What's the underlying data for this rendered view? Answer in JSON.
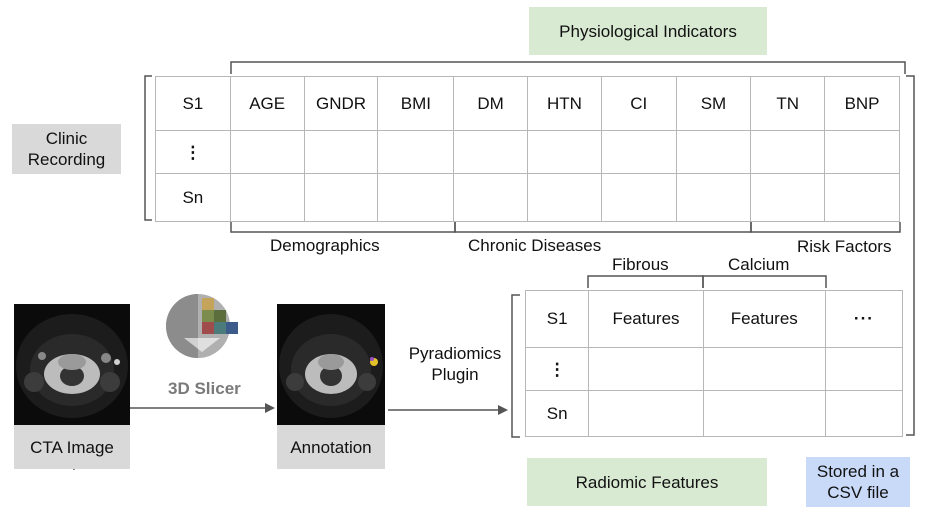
{
  "physiological_indicators": "Physiological Indicators",
  "clinic_recording": "Clinic Recording",
  "clinical_table": {
    "rows": [
      "S1",
      "⋮",
      "Sn"
    ],
    "columns": [
      "AGE",
      "GNDR",
      "BMI",
      "DM",
      "HTN",
      "CI",
      "SM",
      "TN",
      "BNP"
    ]
  },
  "groups": {
    "demographics": "Demographics",
    "chronic_diseases": "Chronic Diseases",
    "risk_factors": "Risk Factors"
  },
  "cta_image": "CTA Image",
  "slicer": "3D Slicer",
  "annotation": "Annotation",
  "plugin": "Pyradiomics Plugin",
  "radiomic_table": {
    "group_labels": [
      "Fibrous",
      "Calcium"
    ],
    "rows": [
      "S1",
      "⋮",
      "Sn"
    ],
    "columns": [
      "Features",
      "Features",
      "···"
    ]
  },
  "radiomic_features": "Radiomic Features",
  "stored": "Stored in a CSV file",
  "colors": {
    "green_label": "#d9ead3",
    "grey_label": "#d9d9d9",
    "blue_label": "#c9daf8",
    "grid_line": "#b7b7b7",
    "bracket": "#555555"
  },
  "icons": [
    "slicer-logo-icon",
    "arrow-icon"
  ]
}
